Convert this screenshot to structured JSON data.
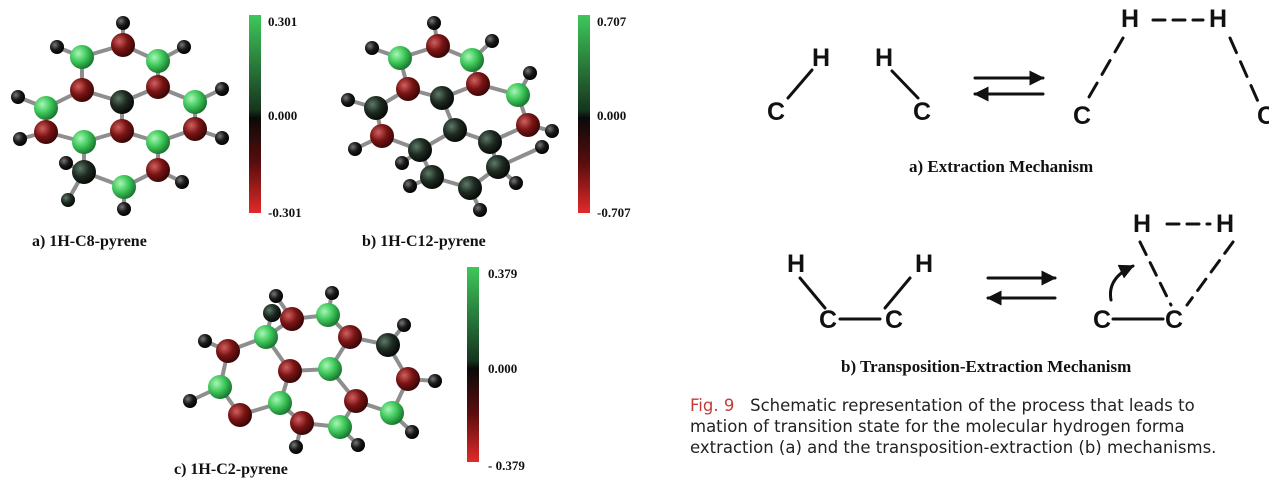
{
  "molecules": [
    {
      "caption": "a) 1H-C8-pyrene",
      "scale": {
        "max": "0.301",
        "mid": "0.000",
        "min": "-0.301"
      }
    },
    {
      "caption": "b) 1H-C12-pyrene",
      "scale": {
        "max": "0.707",
        "mid": "0.000",
        "min": "-0.707"
      }
    },
    {
      "caption": "c) 1H-C2-pyrene",
      "scale": {
        "max": "0.379",
        "mid": "0.000",
        "min": "- 0.379"
      }
    }
  ],
  "mechanisms": {
    "extraction": {
      "caption": "a) Extraction Mechanism"
    },
    "transposition": {
      "caption": "b) Transposition-Extraction Mechanism"
    }
  },
  "atoms": {
    "hydrogen": "H",
    "carbon": "C"
  },
  "figure_caption": {
    "label": "Fig. 9",
    "line1": "Schematic representation of the process that leads to",
    "line2": "mation of transition state for the molecular hydrogen forma",
    "line3": "extraction (a) and the transposition-extraction (b) mechanisms."
  },
  "colors": {
    "positive": "#3ec85a",
    "neutral": "#1e2a22",
    "negative": "#7a1414",
    "hydrogen": "#111111"
  }
}
